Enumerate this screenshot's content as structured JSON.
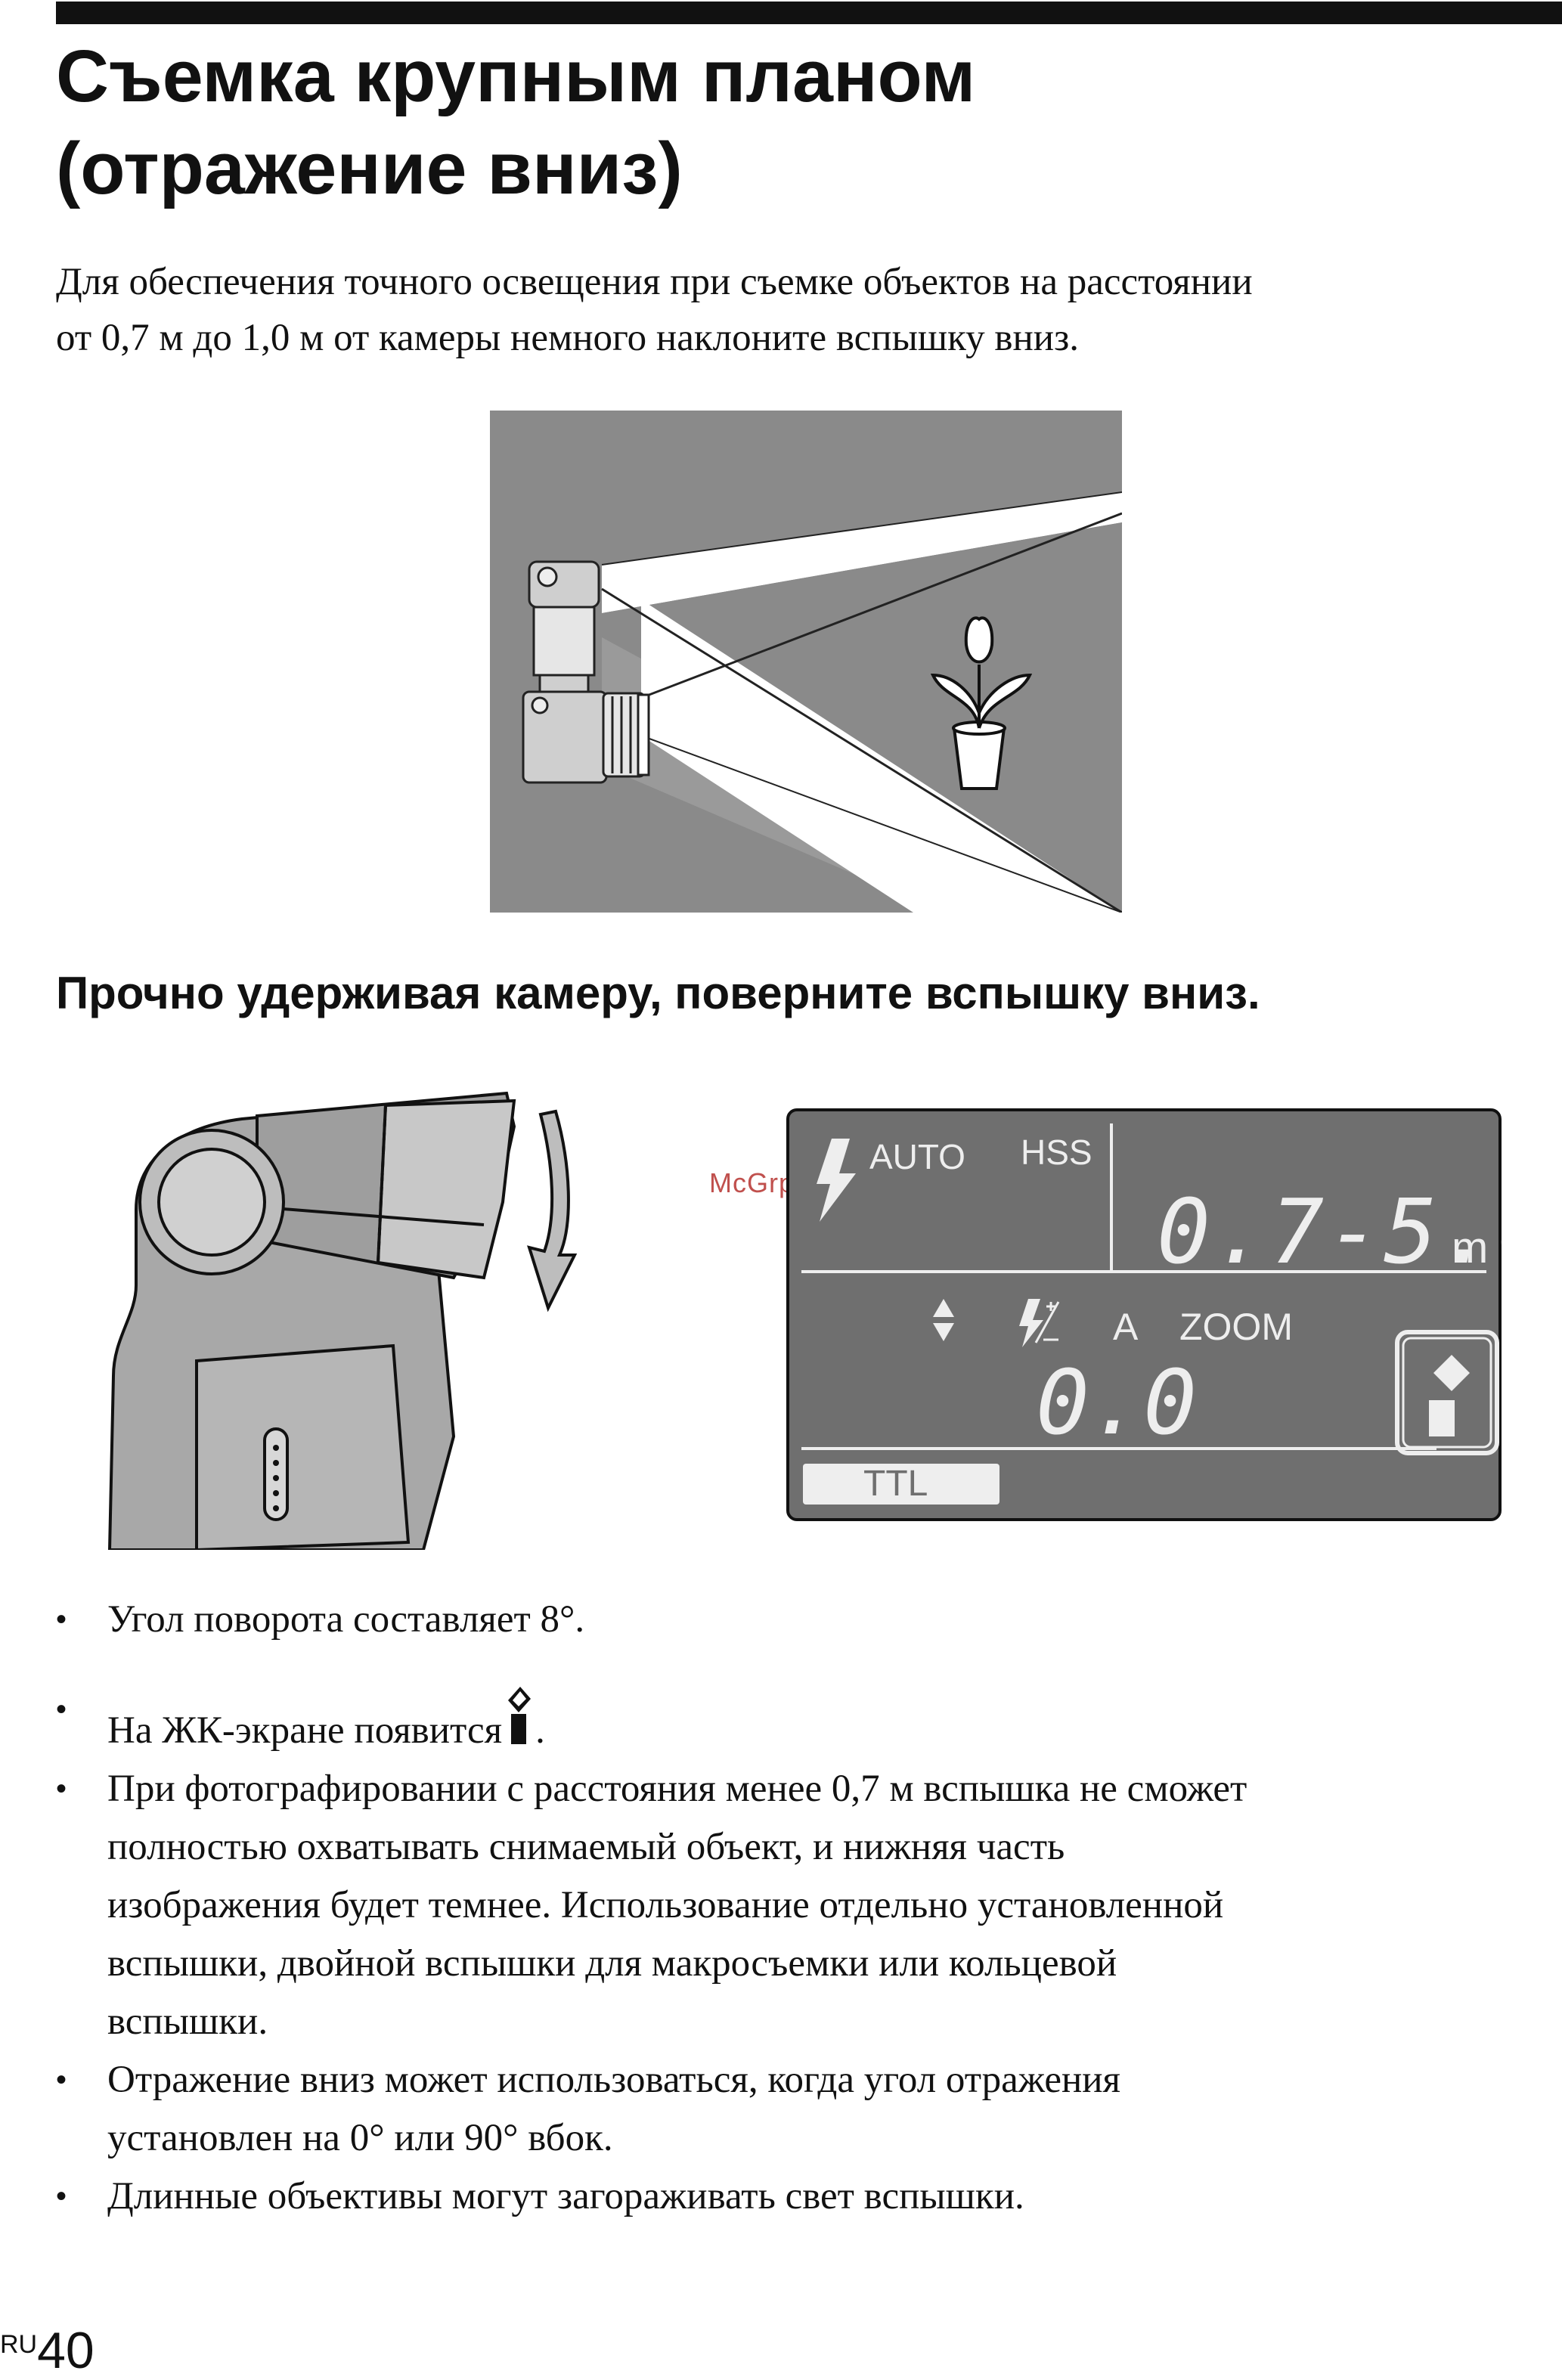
{
  "title": {
    "line1": "Съемка крупным планом",
    "line2": "(отражение вниз)"
  },
  "intro": {
    "line1": "Для обеспечения точного освещения при съемке объектов на расстоянии",
    "line2": "от 0,7 м до 1,0 м от камеры немного наклоните вспышку вниз."
  },
  "step_heading": "Прочно удерживая камеру, поверните вспышку вниз.",
  "lcd": {
    "mode_auto": "AUTO",
    "hss": "HSS",
    "range": "0.7-5.0",
    "unit": "m",
    "comp_label": "A",
    "zoom": "ZOOM",
    "comp_value": "0.0",
    "ttl": "TTL",
    "bg_color": "#6f6f6f"
  },
  "watermark": "McGrp.Ru",
  "bullets": [
    {
      "lines": [
        "Угол поворота составляет 8°."
      ]
    },
    {
      "before": "На ЖК-экране появится",
      "after": ".",
      "icon": "bounce-down-icon"
    },
    {
      "lines": [
        "При фотографировании с расстояния менее 0,7 м вспышка не сможет",
        "полностью охватывать снимаемый объект, и нижняя часть",
        "изображения будет темнее. Использование отдельно установленной",
        "вспышки, двойной вспышки для макросъемки или кольцевой",
        "вспышки."
      ]
    },
    {
      "lines": [
        "Отражение вниз может использоваться, когда угол отражения",
        "установлен на 0° или 90° вбок."
      ]
    },
    {
      "lines": [
        "Длинные объективы могут загораживать свет вспышки."
      ]
    }
  ],
  "bullet_char": "•",
  "page": {
    "lang": "RU",
    "number": "40"
  }
}
